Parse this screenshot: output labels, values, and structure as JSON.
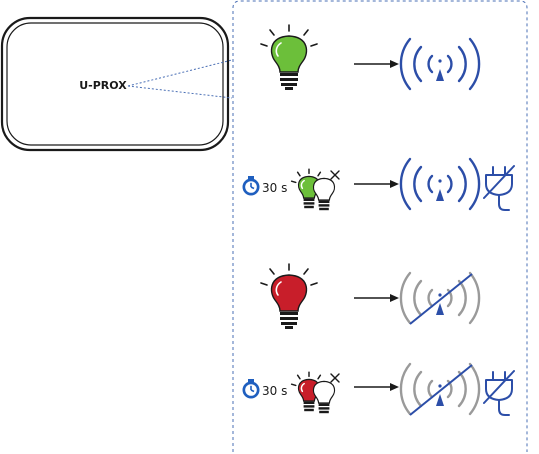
{
  "device": {
    "label": "U-PROX"
  },
  "colors": {
    "blue": "#2c4ea8",
    "green": "#6cbf3a",
    "green_dark": "#3f8f1f",
    "red": "#c81e2a",
    "red_dark": "#8c1018",
    "grey": "#9a9a9a",
    "dash_blue": "#4a6fb5",
    "clock_blue": "#1f5fbf"
  },
  "rows": [
    {
      "indicator": "lamp-green-on",
      "signal": "signal-on",
      "extra": ""
    },
    {
      "indicator": "timer-green-blink",
      "timer_text": "30 s",
      "signal": "signal-on",
      "extra": "plug-crossed-icon"
    },
    {
      "indicator": "lamp-red-on",
      "signal": "signal-crossed",
      "extra": ""
    },
    {
      "indicator": "timer-red-blink",
      "timer_text": "30 s",
      "signal": "signal-crossed",
      "extra": "plug-crossed-icon"
    }
  ]
}
